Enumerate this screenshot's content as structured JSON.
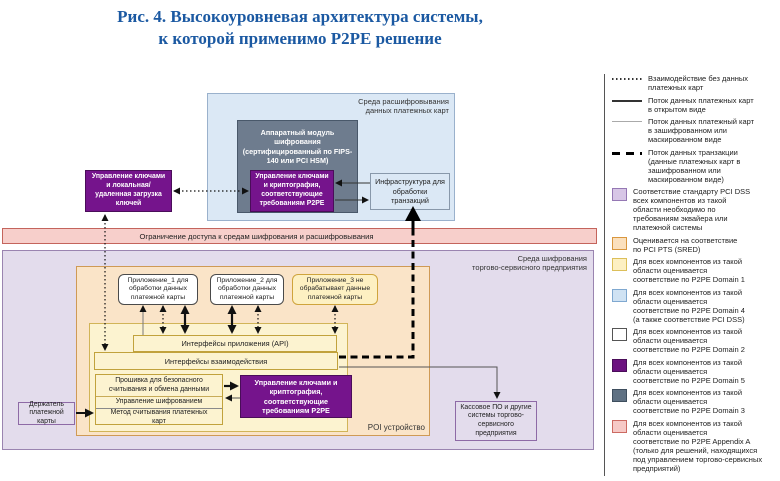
{
  "title": {
    "line1": "Рис. 4. Высокоуровневая архитектура системы,",
    "line2": "к которой применимо P2PE решение"
  },
  "diagram": {
    "decrypt_env_label": "Среда расшифровывания\nданных платежных карт",
    "hsm": "Аппаратный модуль\nшифрования\n(сертифицированный по FIPS-\n140 или PCI HSM)",
    "hsm_crypto": "Управление ключами\nи криптография,\nсоответствующие\nтребованиям P2PE",
    "infra": "Инфраструктура для\nобработки\nтранзакций",
    "key_mgmt": "Управление ключами\nи локальная/\nудаленная загрузка\nключей",
    "restriction_band": "Ограничение доступа к средам шифрования и расшифровывания",
    "merchant_env_label": "Среда шифрования\nторгово-сервисного предприятия",
    "app1": "Приложение_1 для\nобработки данных\nплатежной карты",
    "app2": "Приложение_2 для\nобработки данных\nплатежной карты",
    "app3": "Приложение_3 не\nобрабатывает данные\nплатежной карты",
    "api_bar": "Интерфейсы приложения (API)",
    "interact_bar": "Интерфейсы взаимодействия",
    "firmware_row1": "Прошивка для безопасного\nсчитывания и обмена данными",
    "firmware_row2": "Управление шифрованием",
    "firmware_row3": "Метод считывания платежных\nкарт",
    "poi_crypto": "Управление ключами и\nкриптография,\nсоответствующие\nтребованиям P2PE",
    "poi_label": "POI устройство",
    "cardholder": "Держатель\nплатежной карты",
    "pos": "Кассовое ПО и другие\nсистемы торгово-\nсервисного\nпредприятия"
  },
  "legend": {
    "line_items": [
      {
        "symbol": "dotted-line",
        "label": "Взаимодействие без данных\nплатежных карт"
      },
      {
        "symbol": "solid-line",
        "label": "Поток данных платежных карт\nв открытом виде"
      },
      {
        "symbol": "thin-line",
        "label": "Поток данных платежный карт\nв зашифрованном или\nмаскированном виде"
      },
      {
        "symbol": "bold-dashed-line",
        "label": "Поток данных транзакции\n(данные платежных карт в\nзашифрованном или\nмаскированном виде)"
      }
    ],
    "area_items": [
      {
        "fill": "#d7c6e6",
        "border": "#9578b4",
        "label": "Соответствие стандарту PCI DSS\nвсех компонентов из такой\nобласти необходимо по\nтребованиям эквайера или\nплатежной системы"
      },
      {
        "fill": "#fbe0bd",
        "border": "#d9973f",
        "label": "Оценивается на соответствие\nпо PCI PTS (SRED)"
      },
      {
        "fill": "#fdf0c2",
        "border": "#dcbf5a",
        "label": "Для всех компонентов из такой\nобласти оценивается\nсоответствие по P2PE Domain 1"
      },
      {
        "fill": "#cfe2f3",
        "border": "#7fa8d0",
        "label": "Для всех компонентов из такой\nобласти оценивается\nсоответствие по P2PE Domain 4\n(а также соответствие PCI DSS)"
      },
      {
        "fill": "#ffffff",
        "border": "#555555",
        "label": "Для всех компонентов из такой\nобласти оценивается\nсоответствие по P2PE Domain 2"
      },
      {
        "fill": "#6c1280",
        "border": "#4a0d59",
        "label": "Для всех компонентов из такой\nобласти оценивается\nсоответствие по P2PE Domain 5"
      },
      {
        "fill": "#5f7183",
        "border": "#3e4e5e",
        "label": "Для всех компонентов из такой\nобласти оценивается\nсоответствие по P2PE Domain 3"
      },
      {
        "fill": "#f6c9c6",
        "border": "#cc6a62",
        "label": "Для всех компонентов из такой\nобласти оценивается\nсоответствие по P2PE Appendix A\n(только для решений, находящихся\nпод управлением торгово-сервисных\nпредприятий)"
      }
    ]
  },
  "colors": {
    "title_blue": "#1b59a2",
    "decrypt_env_fill": "#dbe8f5",
    "merchant_env_fill": "#e3dcec",
    "restriction_band_fill": "#f7cfcb",
    "poi_fill": "#fae4c8",
    "inner_fill": "#fcf3d0",
    "hsm_fill": "#6e7c8e",
    "p2pe_purple": "#75148c"
  }
}
